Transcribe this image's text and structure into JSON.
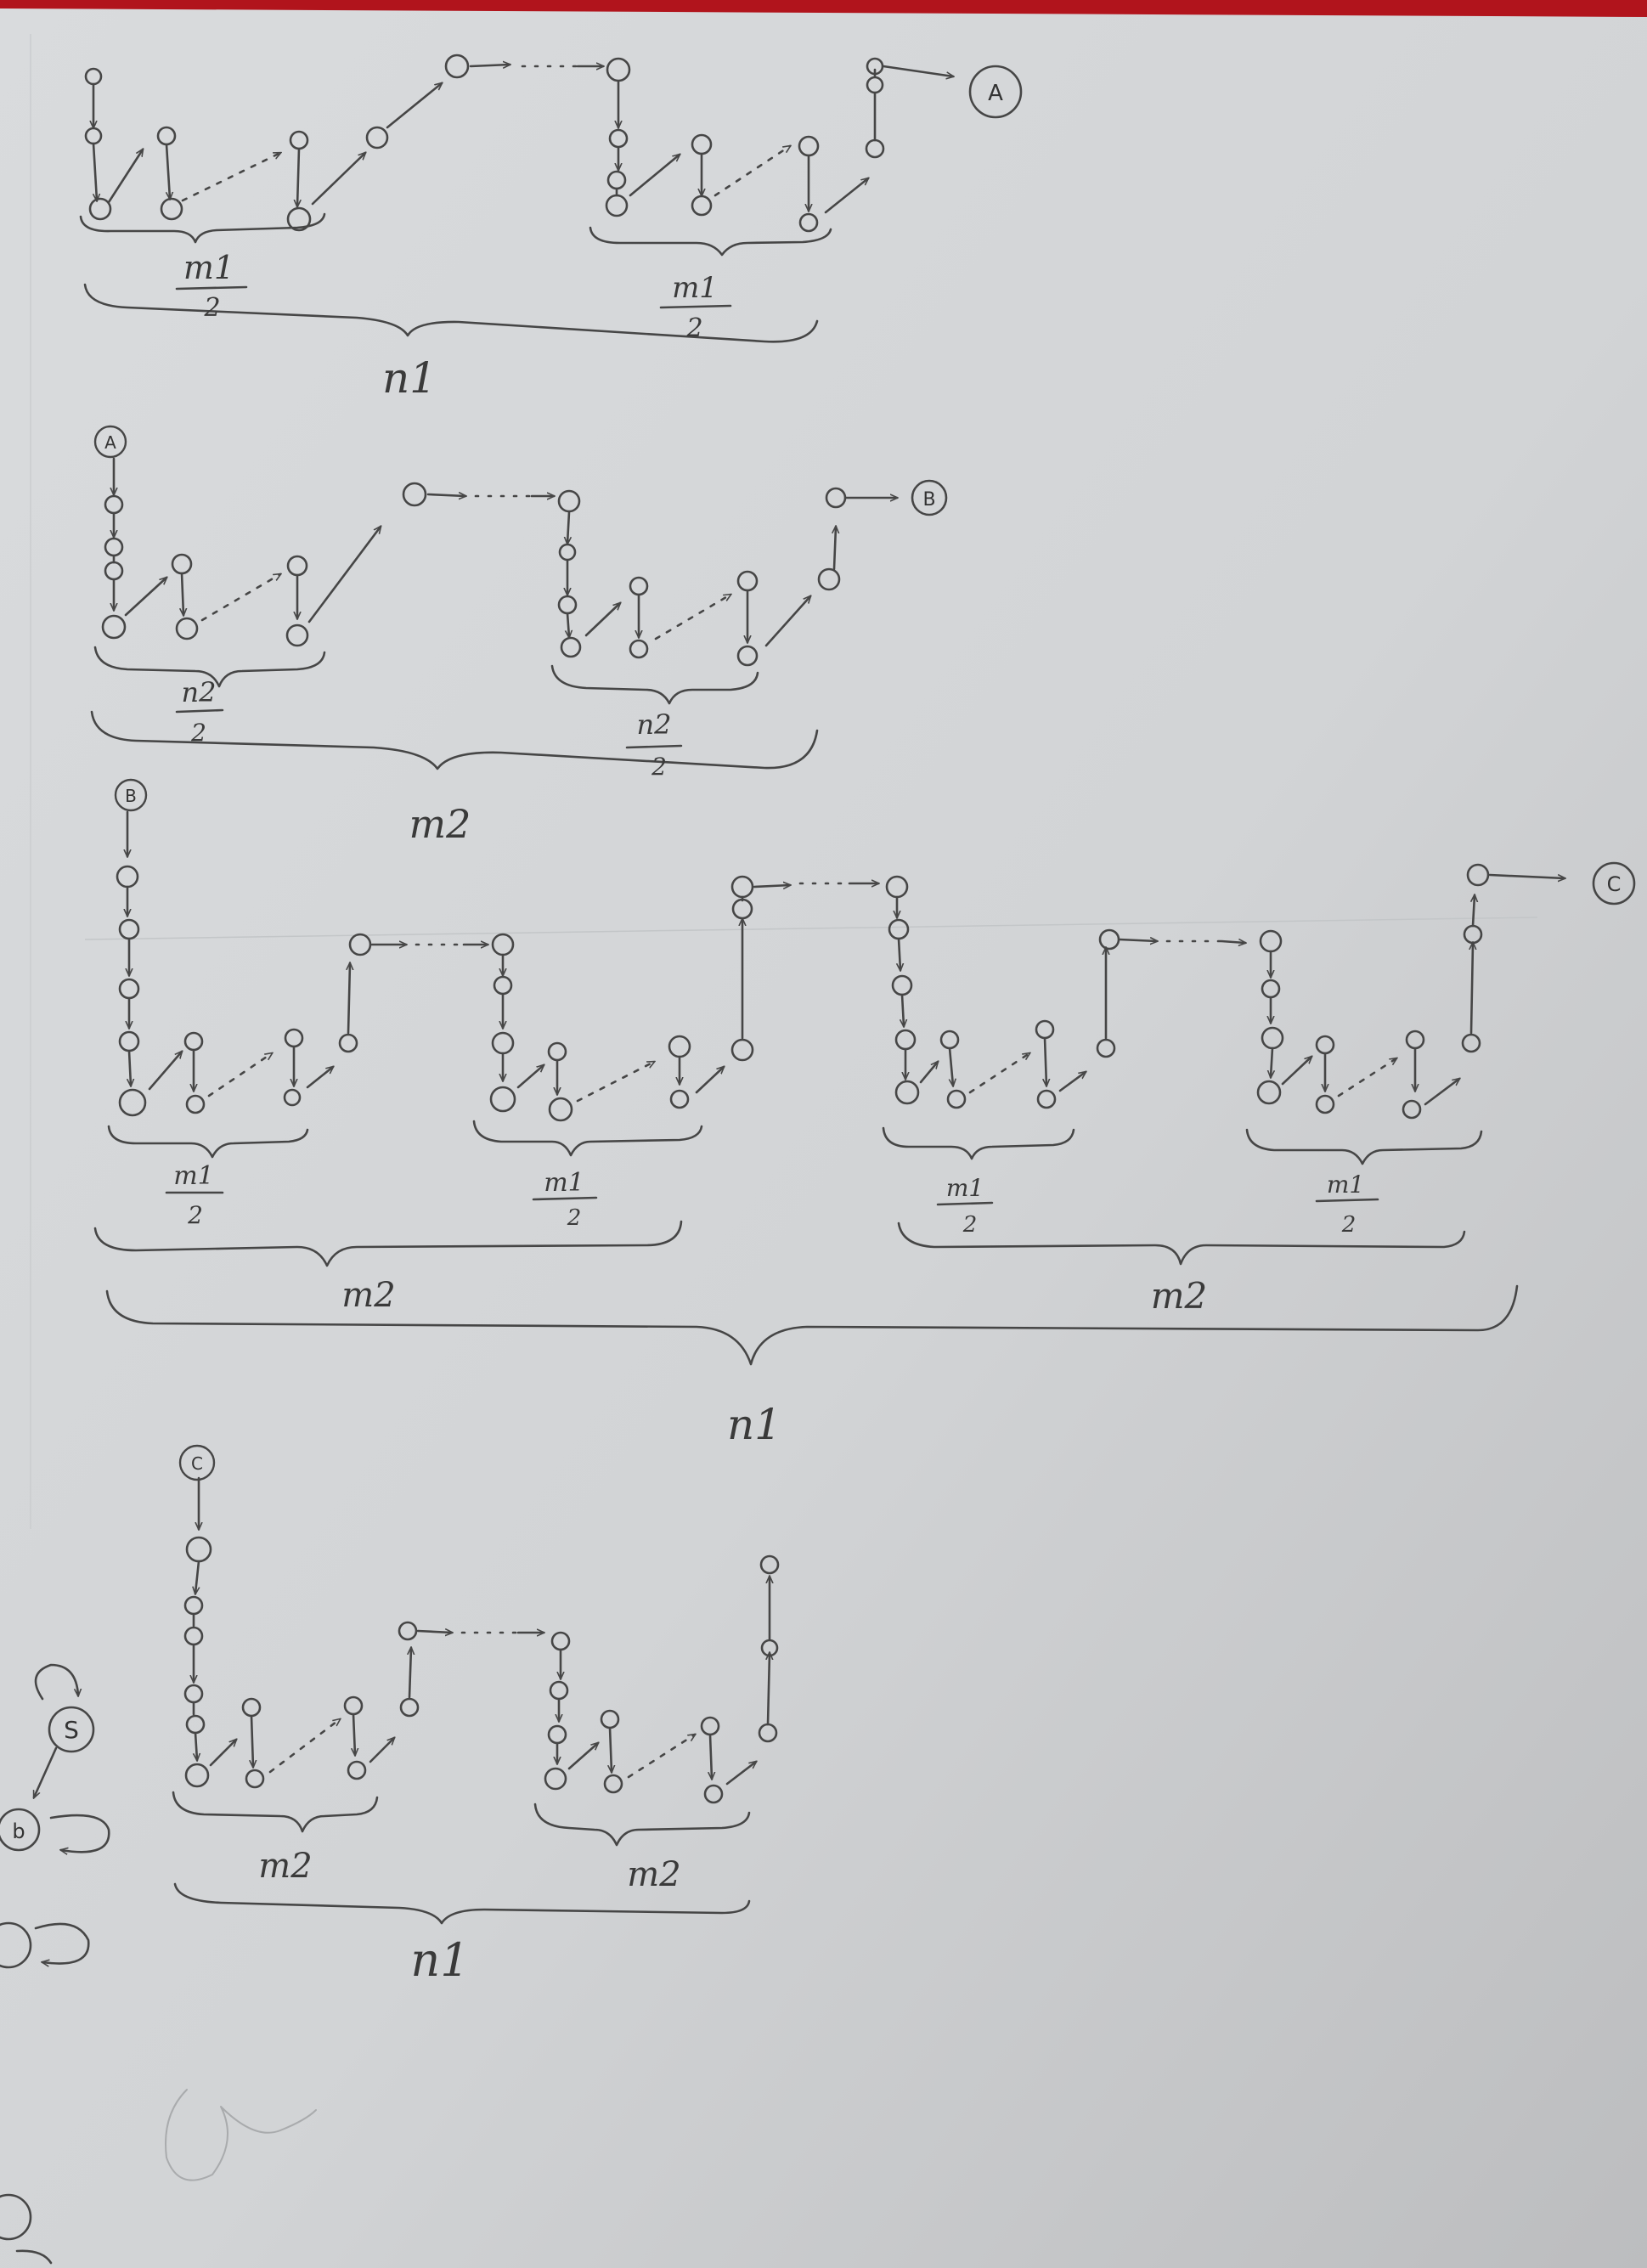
{
  "terminals": {
    "A": "A",
    "B": "B",
    "C": "C"
  },
  "labels": {
    "row1": {
      "half_left": "m1",
      "half_right": "m1",
      "half_den": "2",
      "total": "n1"
    },
    "row2": {
      "half_left": "n2",
      "half_right": "n2",
      "half_den": "2",
      "total": "m2"
    },
    "row3": {
      "half_1": "m1",
      "half_2": "m1",
      "half_3": "m1",
      "half_4": "m1",
      "half_den": "2",
      "group_left": "m2",
      "group_right": "m2",
      "total": "n1"
    },
    "row4": {
      "group_left": "m2",
      "group_right": "m2",
      "total": "n1"
    }
  },
  "margin_marks": {
    "state_s": "S",
    "state_b": "b"
  }
}
